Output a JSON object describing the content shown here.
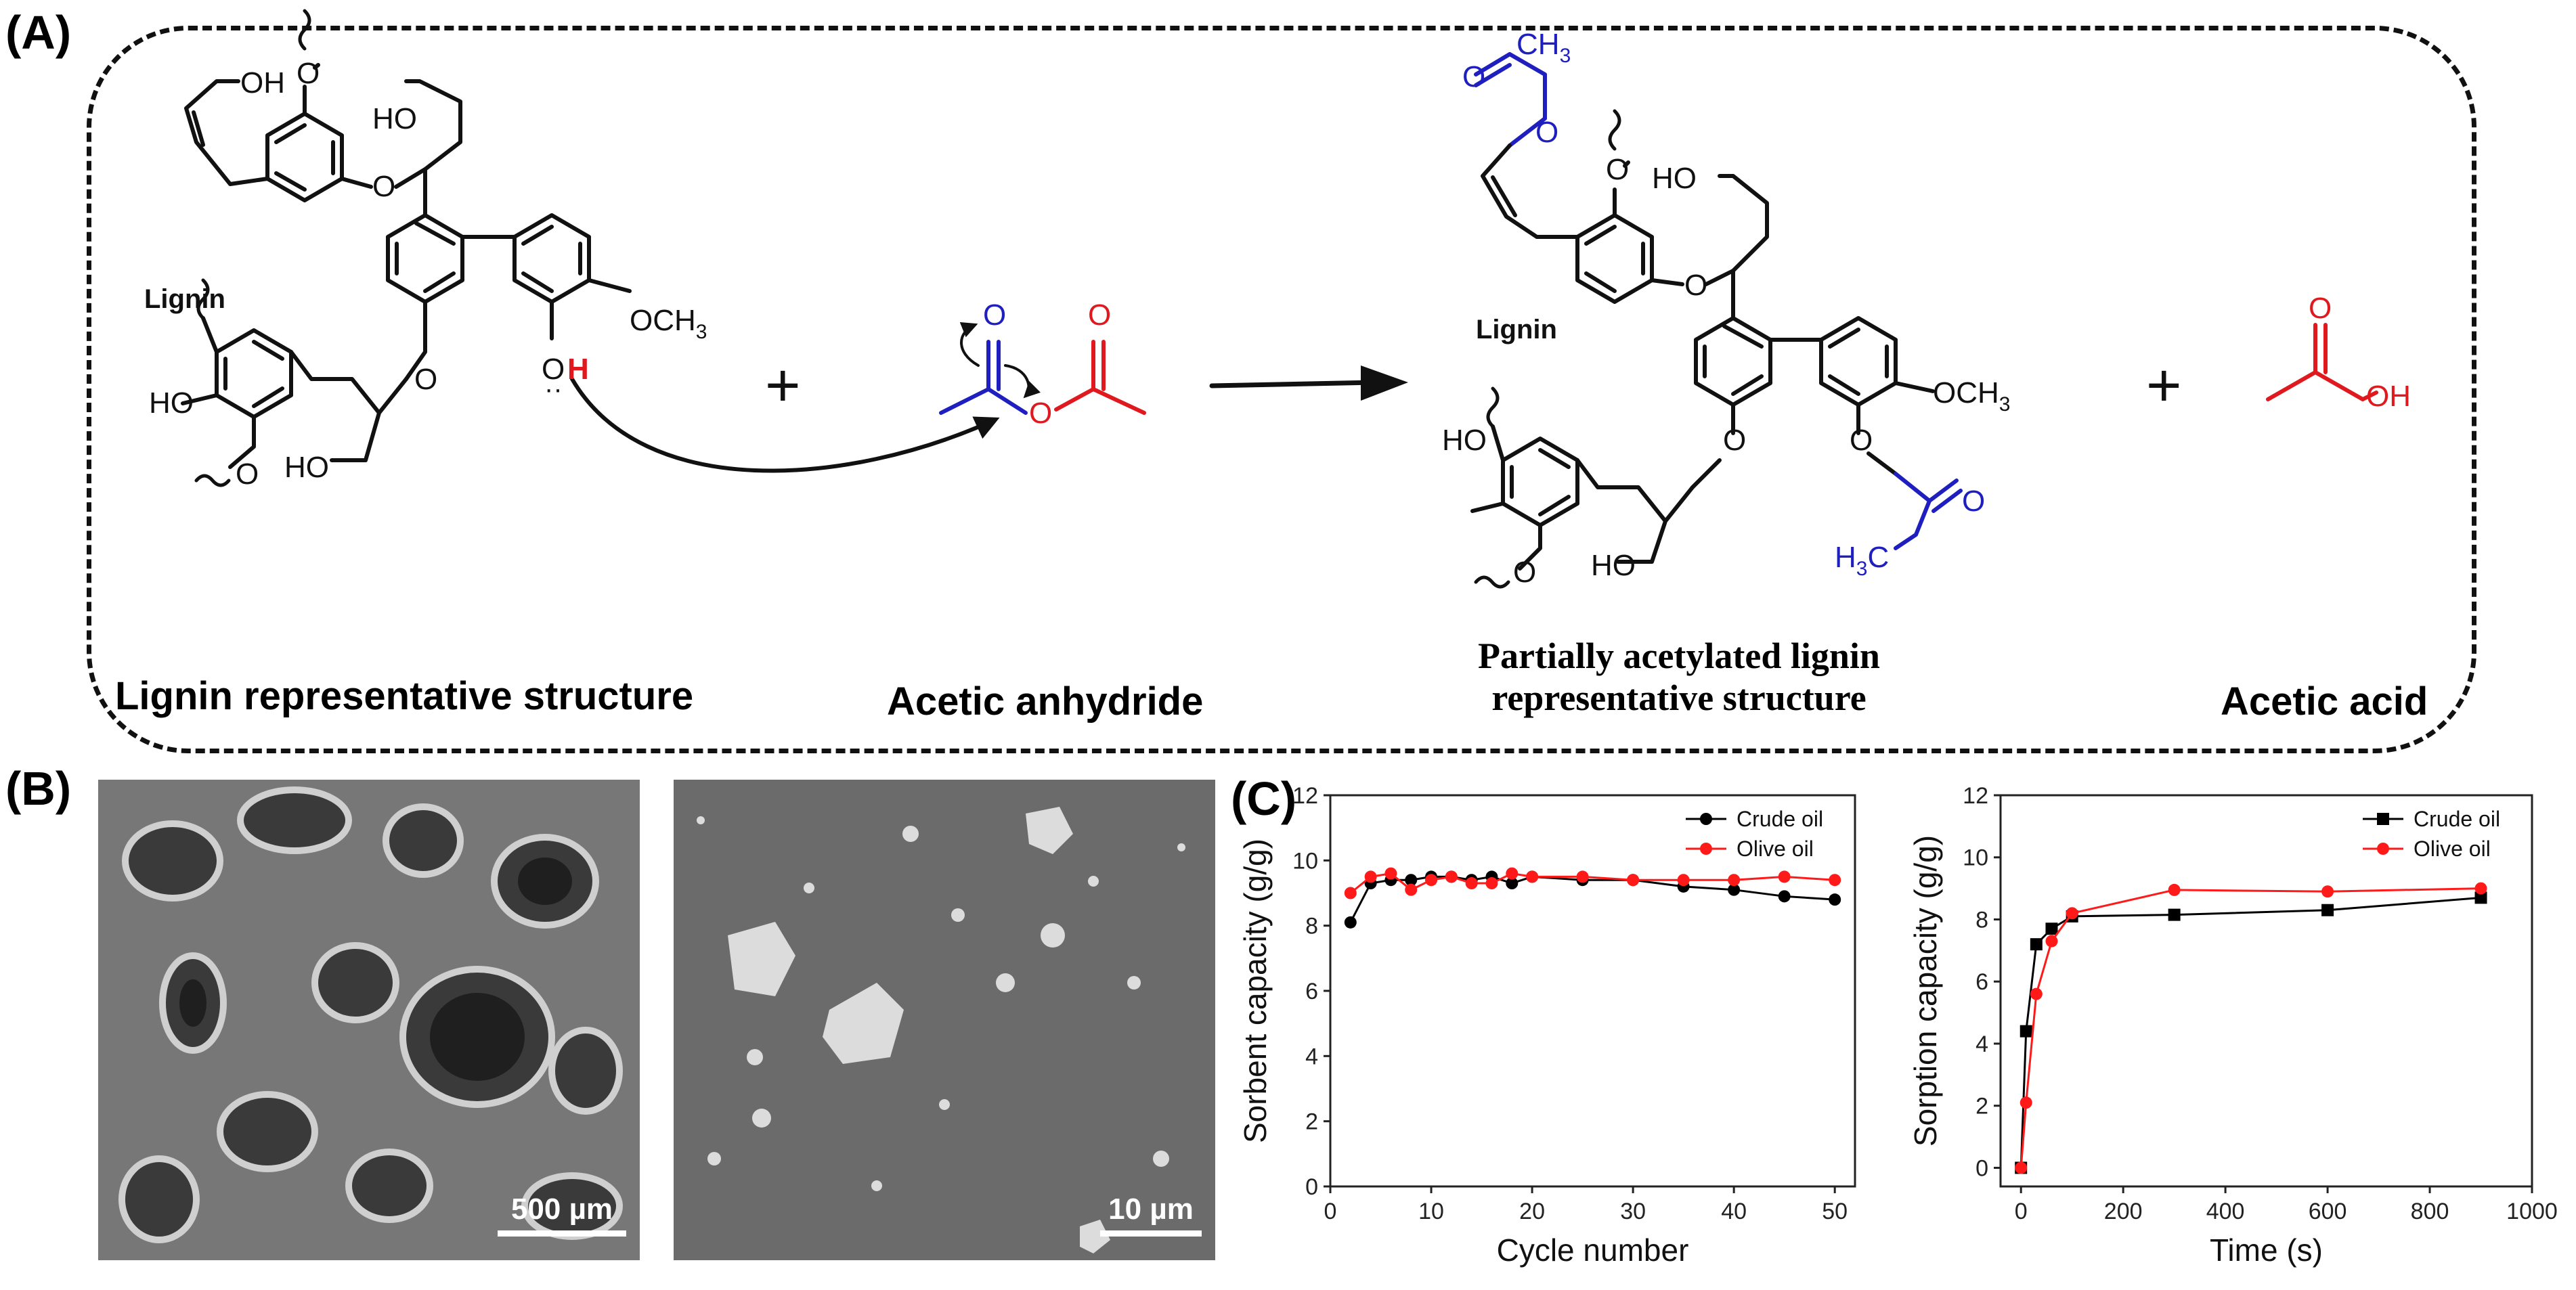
{
  "panels": {
    "a_label": "(A)",
    "b_label": "(B)",
    "c_label": "(C)"
  },
  "scheme": {
    "caption_lignin": "Lignin representative structure",
    "caption_anhydride": "Acetic anhydride",
    "caption_product_line1": "Partially acetylated lignin",
    "caption_product_line2": "representative structure",
    "caption_acid": "Acetic acid",
    "plus": "+",
    "atoms": {
      "oh": "OH",
      "ho": "HO",
      "o": "O",
      "och3": "OCH",
      "ch3": "CH",
      "h3c": "H",
      "h3c_c": "C",
      "sub3": "3",
      "lignin": "Lignin",
      "h": "H",
      "lone_pair": "··"
    },
    "colors": {
      "blue": "#1f1fbf",
      "red": "#e0191f",
      "black": "#111111"
    }
  },
  "sem": {
    "left_scale": "500 µm",
    "right_scale": "10 µm"
  },
  "chart_data": [
    {
      "type": "line",
      "xlabel": "Cycle number",
      "ylabel": "Sorbent capacity (g/g)",
      "xlim": [
        0,
        52
      ],
      "ylim": [
        0,
        12
      ],
      "xticks": [
        0,
        10,
        20,
        30,
        40,
        50
      ],
      "yticks": [
        0,
        2,
        4,
        6,
        8,
        10,
        12
      ],
      "legend": "top-right",
      "marker": "circle",
      "series": [
        {
          "name": "Crude oil",
          "color": "#000000",
          "x": [
            2,
            4,
            6,
            8,
            10,
            12,
            14,
            16,
            18,
            20,
            25,
            30,
            35,
            40,
            45,
            50
          ],
          "y": [
            8.1,
            9.3,
            9.4,
            9.4,
            9.5,
            9.5,
            9.4,
            9.5,
            9.3,
            9.5,
            9.4,
            9.4,
            9.2,
            9.1,
            8.9,
            8.8
          ]
        },
        {
          "name": "Olive oil",
          "color": "#ff1a1a",
          "x": [
            2,
            4,
            6,
            8,
            10,
            12,
            14,
            16,
            18,
            20,
            25,
            30,
            35,
            40,
            45,
            50
          ],
          "y": [
            9.0,
            9.5,
            9.6,
            9.1,
            9.4,
            9.5,
            9.3,
            9.3,
            9.6,
            9.5,
            9.5,
            9.4,
            9.4,
            9.4,
            9.5,
            9.4
          ]
        }
      ]
    },
    {
      "type": "line",
      "xlabel": "Time (s)",
      "ylabel": "Sorption capacity (g/g)",
      "xlim": [
        -40,
        1000
      ],
      "ylim": [
        -0.6,
        12
      ],
      "xticks": [
        0,
        200,
        400,
        600,
        800,
        1000
      ],
      "yticks": [
        0,
        2,
        4,
        6,
        8,
        10,
        12
      ],
      "legend": "top-right",
      "series": [
        {
          "name": "Crude oil",
          "color": "#000000",
          "marker": "square",
          "x": [
            0,
            10,
            30,
            60,
            100,
            300,
            600,
            900
          ],
          "y": [
            0,
            4.4,
            7.2,
            7.7,
            8.1,
            8.15,
            8.3,
            8.7
          ]
        },
        {
          "name": "Olive oil",
          "color": "#ff1a1a",
          "marker": "circle",
          "x": [
            0,
            10,
            30,
            60,
            100,
            300,
            600,
            900
          ],
          "y": [
            0,
            2.1,
            5.6,
            7.3,
            8.2,
            8.95,
            8.9,
            9.0
          ]
        }
      ]
    }
  ]
}
